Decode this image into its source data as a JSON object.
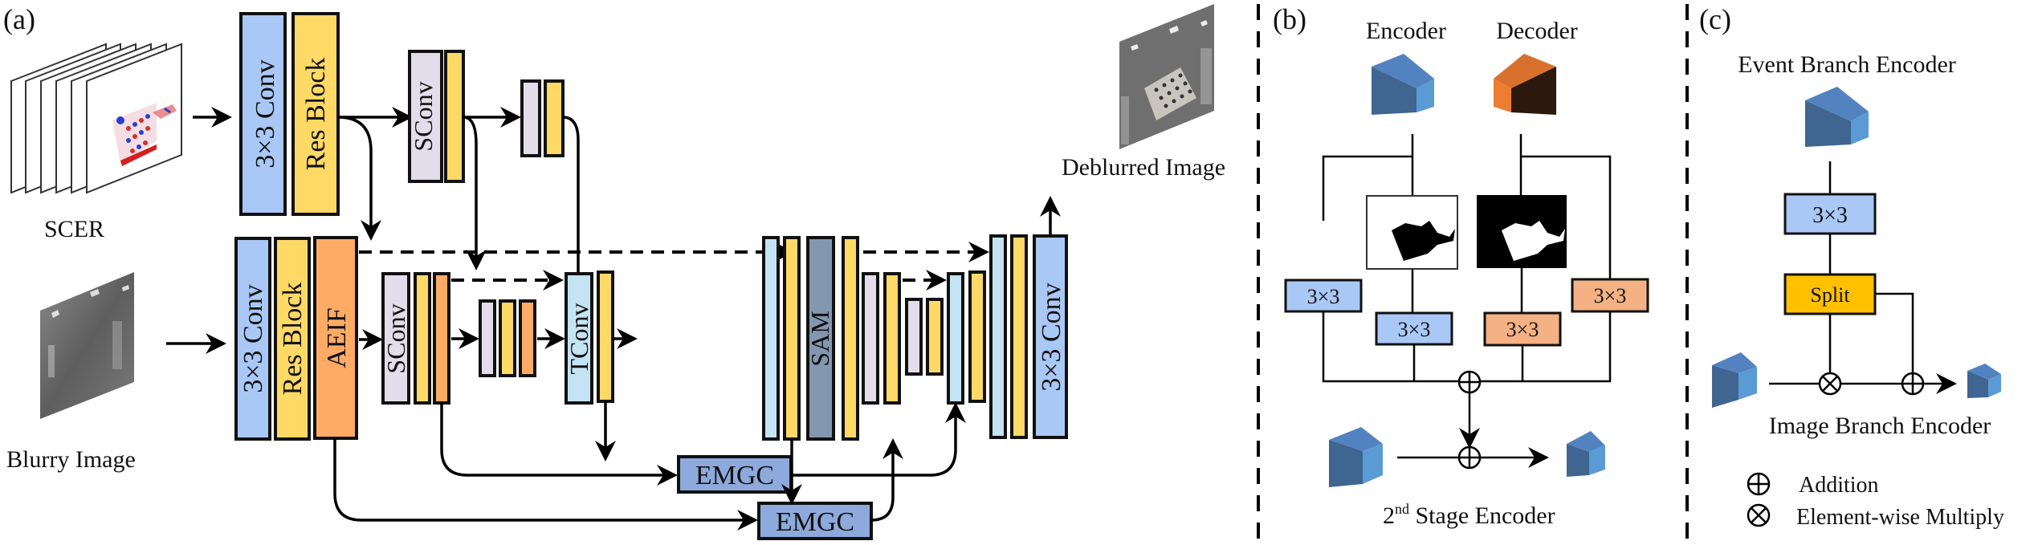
{
  "figure": {
    "panels": {
      "a": {
        "label": "(a)",
        "inputs": {
          "scer": "SCER",
          "blurry": "Blurry Image",
          "deblurred": "Deblurred Image"
        },
        "event_branch": {
          "conv": "3×3 Conv",
          "res": "Res Block",
          "sconv": "SConv"
        },
        "image_branch": {
          "conv": "3×3 Conv",
          "res": "Res Block",
          "aeif": "AEIF",
          "sconv": "SConv",
          "tconv": "TConv",
          "sam": "SAM",
          "emgc_1": "EMGC",
          "emgc_2": "EMGC",
          "out_conv": "3×3 Conv"
        }
      },
      "b": {
        "label": "(b)",
        "encoder": "Encoder",
        "decoder": "Decoder",
        "conv_enc_outer": "3×3",
        "conv_enc_inner": "3×3",
        "conv_dec_inner": "3×3",
        "conv_dec_outer": "3×3",
        "caption_prefix": "2",
        "caption_sup": "nd",
        "caption_rest": " Stage Encoder"
      },
      "c": {
        "label": "(c)",
        "event_encoder": "Event Branch Encoder",
        "conv": "3×3",
        "split": "Split",
        "image_encoder": "Image Branch Encoder",
        "legend": [
          {
            "symbol": "circle-plus-icon",
            "text": "Addition"
          },
          {
            "symbol": "circle-times-icon",
            "text": "Element-wise Multiply"
          }
        ]
      }
    },
    "colors": {
      "conv_blue": "#A9C8F5",
      "res_yellow": "#FFD966",
      "aeif_orange": "#FFAB66",
      "sconv_lavender": "#E3DDEB",
      "tconv_lightblue": "#C5E4F3",
      "sam_slate": "#8497B0",
      "emgc_blue": "#8EA9DB",
      "split_gold": "#FFC000",
      "b_orange": "#F4B183",
      "cube_blue": "#5B9BD5",
      "cube_orange": "#ED7D31"
    }
  }
}
